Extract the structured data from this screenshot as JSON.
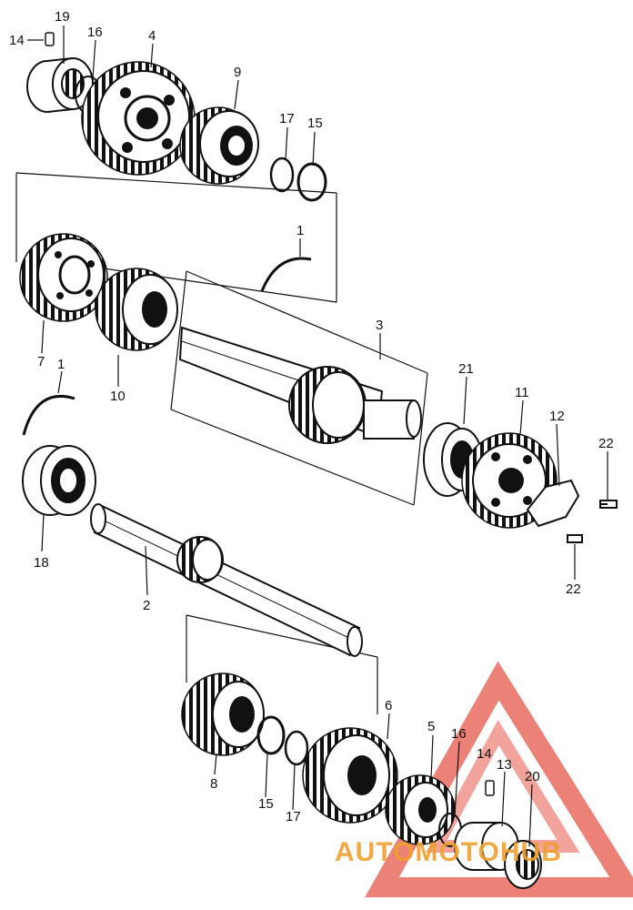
{
  "diagram": {
    "part_labels": [
      "14",
      "19",
      "16",
      "4",
      "9",
      "17",
      "15",
      "1",
      "3",
      "7",
      "10",
      "1",
      "21",
      "11",
      "12",
      "22",
      "18",
      "2",
      "22",
      "6",
      "8",
      "5",
      "16",
      "14",
      "13",
      "20",
      "15",
      "17"
    ]
  },
  "watermark": {
    "text": "AUTOMOTOHUB",
    "color_red": "#e23a2a",
    "color_orange": "#f0a030",
    "color_gray": "#555555"
  },
  "colors": {
    "ink": "#111111",
    "background": "#ffffff"
  }
}
